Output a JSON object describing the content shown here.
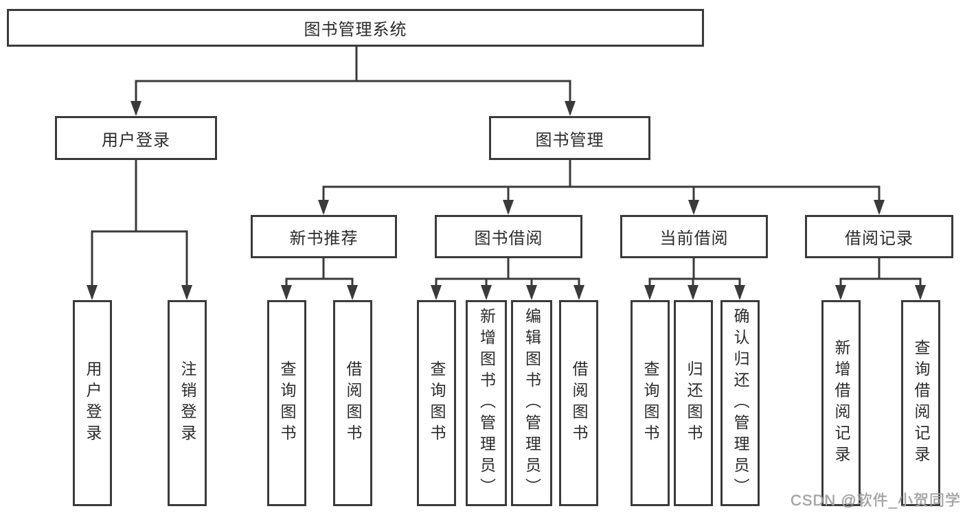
{
  "tree": {
    "root": {
      "label": "图书管理系统",
      "children": [
        {
          "label": "用户登录",
          "children": [
            {
              "label": "用户登录"
            },
            {
              "label": "注销登录"
            }
          ]
        },
        {
          "label": "图书管理",
          "children": [
            {
              "label": "新书推荐",
              "children": [
                {
                  "label": "查询图书"
                },
                {
                  "label": "借阅图书"
                }
              ]
            },
            {
              "label": "图书借阅",
              "children": [
                {
                  "label": "查询图书"
                },
                {
                  "label": "新增图书（管理员）"
                },
                {
                  "label": "编辑图书（管理员）"
                },
                {
                  "label": "借阅图书"
                }
              ]
            },
            {
              "label": "当前借阅",
              "children": [
                {
                  "label": "查询图书"
                },
                {
                  "label": "归还图书"
                },
                {
                  "label": "确认归还（管理员）"
                }
              ]
            },
            {
              "label": "借阅记录",
              "children": [
                {
                  "label": "新增借阅记录"
                },
                {
                  "label": "查询借阅记录"
                }
              ]
            }
          ]
        }
      ]
    }
  },
  "watermark": "CSDN @软件_小贺同学",
  "colors": {
    "line": "#3a3a3a",
    "box_fill": "#ffffff",
    "text": "#2b2b2b",
    "watermark": "#a3a3a3",
    "background": "#ffffff"
  }
}
